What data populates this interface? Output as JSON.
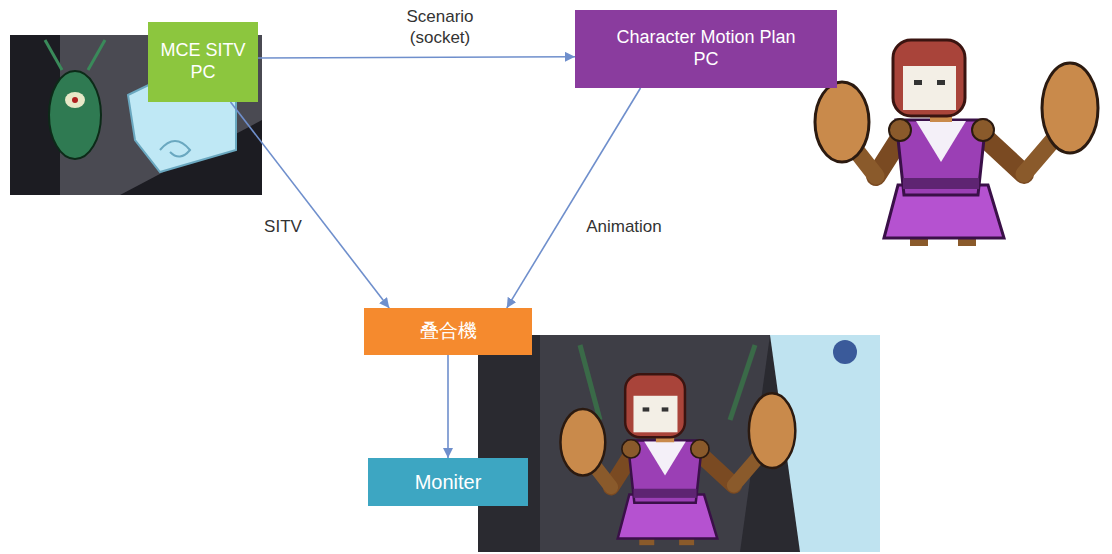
{
  "diagram": {
    "nodes": [
      {
        "text": [
          "MCE SITV PC"
        ]
      },
      {
        "text": [
          "Character Motion Plan PC"
        ]
      },
      {
        "text": [
          "叠合機"
        ]
      },
      {
        "text": [
          "Moniter"
        ]
      }
    ],
    "edges": [
      {
        "from": 0,
        "to": 1,
        "arrow": "to",
        "label": "Scenario (socket)"
      },
      {
        "from": 0,
        "to": 2,
        "arrow": "to",
        "label": "SITV"
      },
      {
        "from": 1,
        "to": 2,
        "arrow": "to",
        "label": "Animation"
      },
      {
        "from": 2,
        "to": 3,
        "arrow": "to"
      }
    ]
  }
}
